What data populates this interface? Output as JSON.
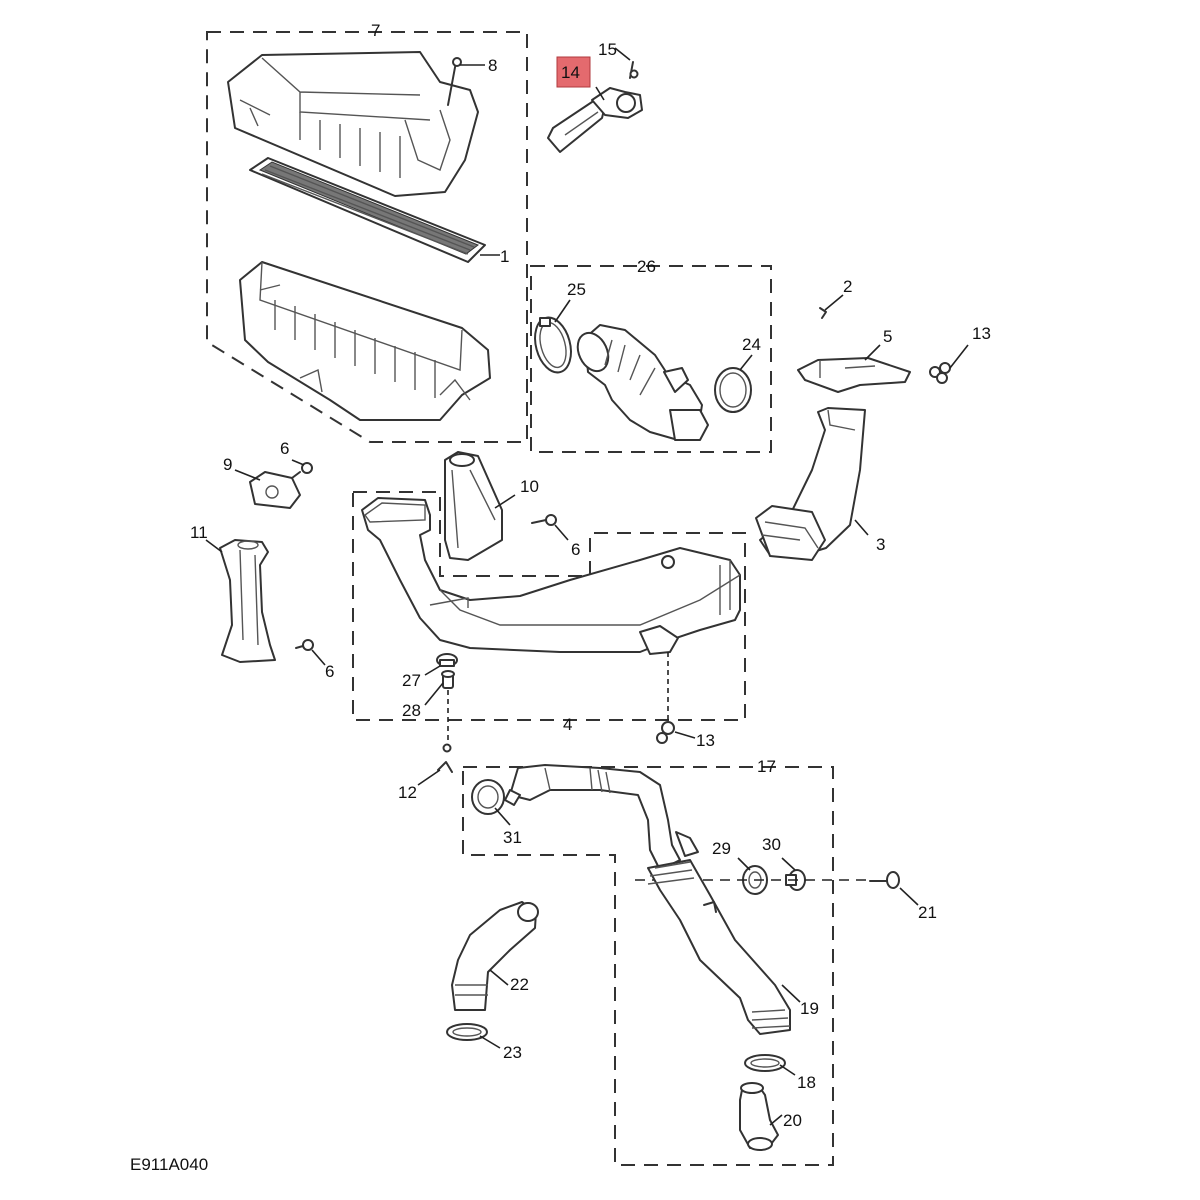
{
  "diagram": {
    "code": "E911A040",
    "highlight_color": "#e46a6e",
    "callouts": {
      "c1": "1",
      "c2": "2",
      "c3": "3",
      "c4": "4",
      "c5": "5",
      "c6a": "6",
      "c6b": "6",
      "c6c": "6",
      "c7": "7",
      "c8": "8",
      "c9": "9",
      "c10": "10",
      "c11": "11",
      "c12": "12",
      "c13a": "13",
      "c13b": "13",
      "c14": "14",
      "c15": "15",
      "c17": "17",
      "c18": "18",
      "c19": "19",
      "c20": "20",
      "c21": "21",
      "c22": "22",
      "c23": "23",
      "c24": "24",
      "c25": "25",
      "c26": "26",
      "c27": "27",
      "c28": "28",
      "c29": "29",
      "c30": "30",
      "c31": "31"
    }
  }
}
